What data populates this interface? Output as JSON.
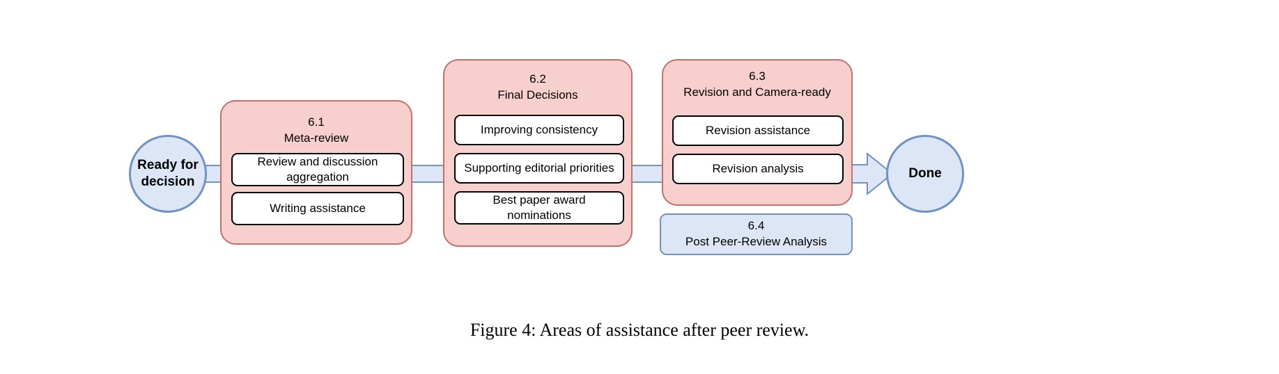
{
  "figure": {
    "caption": "Figure 4:  Areas of assistance after peer review.",
    "colors": {
      "group_pink_fill": "#f7cfcc",
      "group_pink_border": "#c2706c",
      "group_blue_fill": "#dce6f6",
      "group_blue_border": "#7292c0",
      "item_fill": "#ffffff",
      "item_border": "#000000",
      "text": "#000000",
      "background": "#ffffff"
    }
  },
  "terminals": {
    "start": {
      "label": "Ready for\ndecision"
    },
    "end": {
      "label": "Done"
    }
  },
  "groups": [
    {
      "id": "6.1",
      "number": "6.1",
      "name": "Meta-review",
      "title": "6.1\nMeta-review",
      "style": "pink",
      "items": [
        {
          "label": "Review and discussion aggregation"
        },
        {
          "label": "Writing assistance"
        }
      ]
    },
    {
      "id": "6.2",
      "number": "6.2",
      "name": "Final Decisions",
      "title": "6.2\nFinal Decisions",
      "style": "pink",
      "items": [
        {
          "label": "Improving consistency"
        },
        {
          "label": "Supporting editorial priorities"
        },
        {
          "label": "Best paper award nominations"
        }
      ]
    },
    {
      "id": "6.3",
      "number": "6.3",
      "name": "Revision and Camera-ready",
      "title": "6.3\nRevision and Camera-ready",
      "style": "pink",
      "items": [
        {
          "label": "Revision assistance"
        },
        {
          "label": "Revision analysis"
        }
      ]
    },
    {
      "id": "6.4",
      "number": "6.4",
      "name": "Post Peer-Review Analysis",
      "title": "6.4\nPost Peer-Review Analysis",
      "style": "blue",
      "items": []
    }
  ],
  "connectors": [
    {
      "from": "Ready for decision",
      "to": "6.1",
      "type": "bar"
    },
    {
      "from": "6.1",
      "to": "6.2",
      "type": "bar"
    },
    {
      "from": "6.2",
      "to": "6.3",
      "type": "bar"
    },
    {
      "from": "6.3",
      "to": "Done",
      "type": "arrow"
    }
  ]
}
